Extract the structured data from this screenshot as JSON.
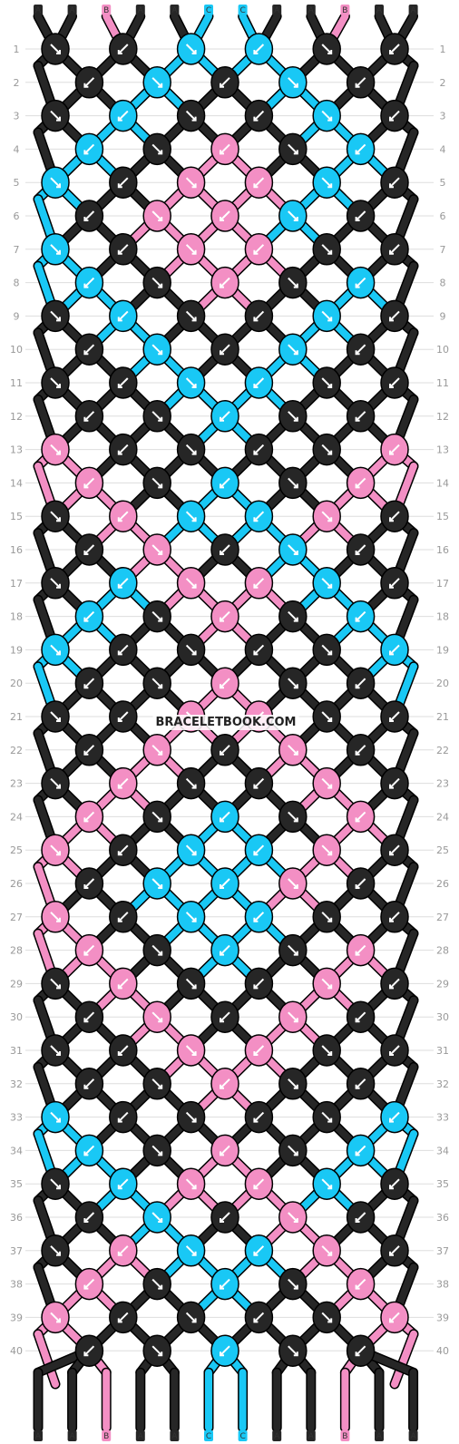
{
  "watermark": "BRACELETBOOK.COM",
  "colors": {
    "A": "#262626",
    "B": "#f38fc4",
    "C": "#19c8f5"
  },
  "strands_top": [
    "A",
    "A",
    "B",
    "A",
    "A",
    "C",
    "C",
    "A",
    "A",
    "B",
    "A",
    "A"
  ],
  "strands_bottom": [
    "A",
    "A",
    "B",
    "A",
    "A",
    "C",
    "C",
    "A",
    "A",
    "B",
    "A",
    "A"
  ],
  "row_labels": [
    "1",
    "2",
    "3",
    "4",
    "5",
    "6",
    "7",
    "8",
    "9",
    "10",
    "11",
    "12",
    "13",
    "14",
    "15",
    "16",
    "17",
    "18",
    "19",
    "20",
    "21",
    "22",
    "23",
    "24",
    "25",
    "26",
    "27",
    "28",
    "29",
    "30",
    "31",
    "32",
    "33",
    "34",
    "35",
    "36",
    "37",
    "38",
    "39",
    "40"
  ],
  "knot_rows": [
    [
      "A",
      "A",
      "C",
      "C",
      "A",
      "A"
    ],
    [
      "A",
      "C",
      "A",
      "C",
      "A"
    ],
    [
      "A",
      "C",
      "A",
      "A",
      "C",
      "A"
    ],
    [
      "C",
      "A",
      "B",
      "A",
      "C"
    ],
    [
      "C",
      "A",
      "B",
      "B",
      "C",
      "A"
    ],
    [
      "A",
      "B",
      "B",
      "C",
      "A"
    ],
    [
      "C",
      "A",
      "B",
      "B",
      "A",
      "A"
    ],
    [
      "C",
      "A",
      "B",
      "A",
      "C"
    ],
    [
      "A",
      "C",
      "A",
      "A",
      "C",
      "A"
    ],
    [
      "A",
      "C",
      "A",
      "C",
      "A"
    ],
    [
      "A",
      "A",
      "C",
      "C",
      "A",
      "A"
    ],
    [
      "A",
      "A",
      "C",
      "A",
      "A"
    ],
    [
      "B",
      "A",
      "A",
      "A",
      "A",
      "B"
    ],
    [
      "B",
      "A",
      "C",
      "A",
      "B"
    ],
    [
      "A",
      "B",
      "C",
      "C",
      "B",
      "A"
    ],
    [
      "A",
      "B",
      "A",
      "C",
      "A"
    ],
    [
      "A",
      "C",
      "B",
      "B",
      "C",
      "A"
    ],
    [
      "C",
      "A",
      "B",
      "A",
      "C"
    ],
    [
      "C",
      "A",
      "A",
      "A",
      "A",
      "C"
    ],
    [
      "A",
      "A",
      "B",
      "A",
      "A"
    ],
    [
      "A",
      "A",
      "B",
      "B",
      "A",
      "A"
    ],
    [
      "A",
      "B",
      "A",
      "B",
      "A"
    ],
    [
      "A",
      "B",
      "A",
      "A",
      "B",
      "A"
    ],
    [
      "B",
      "A",
      "C",
      "A",
      "B"
    ],
    [
      "B",
      "A",
      "C",
      "C",
      "B",
      "A"
    ],
    [
      "A",
      "C",
      "C",
      "B",
      "A"
    ],
    [
      "B",
      "A",
      "C",
      "C",
      "A",
      "A"
    ],
    [
      "B",
      "A",
      "C",
      "A",
      "B"
    ],
    [
      "A",
      "B",
      "A",
      "A",
      "B",
      "A"
    ],
    [
      "A",
      "B",
      "A",
      "B",
      "A"
    ],
    [
      "A",
      "A",
      "B",
      "B",
      "A",
      "A"
    ],
    [
      "A",
      "A",
      "B",
      "A",
      "A"
    ],
    [
      "C",
      "A",
      "A",
      "A",
      "A",
      "C"
    ],
    [
      "C",
      "A",
      "B",
      "A",
      "C"
    ],
    [
      "A",
      "C",
      "B",
      "B",
      "C",
      "A"
    ],
    [
      "A",
      "C",
      "A",
      "B",
      "A"
    ],
    [
      "A",
      "B",
      "C",
      "C",
      "B",
      "A"
    ],
    [
      "B",
      "A",
      "C",
      "A",
      "B"
    ],
    [
      "B",
      "A",
      "A",
      "A",
      "A",
      "B"
    ],
    [
      "A",
      "A",
      "C",
      "A",
      "A"
    ]
  ]
}
